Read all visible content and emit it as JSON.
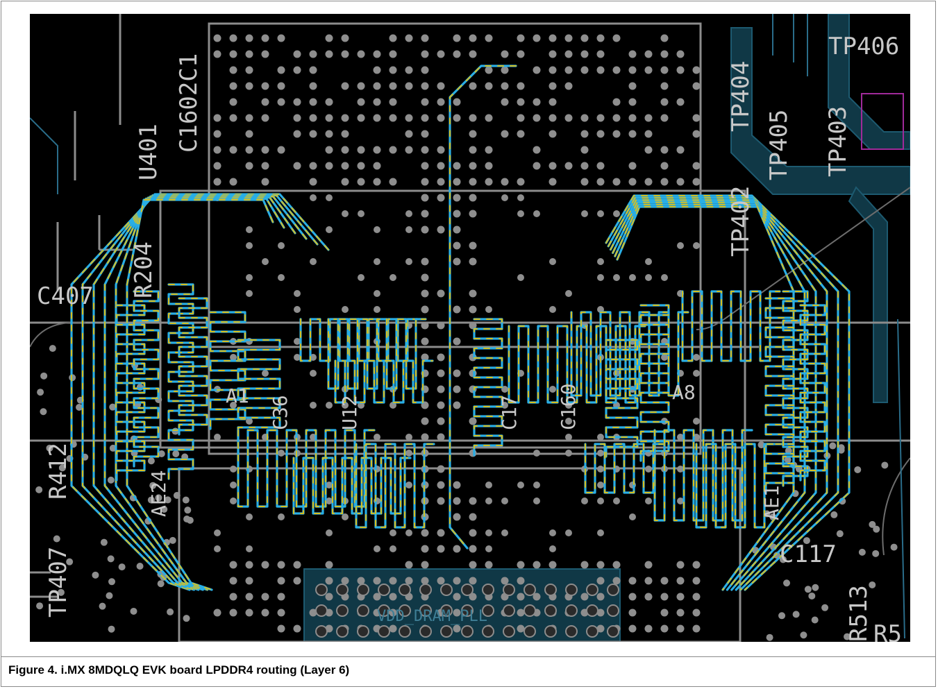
{
  "figure": {
    "caption_prefix": "Figure 4.",
    "caption_text": "i.MX 8MDQLQ EVK board LPDDR4 routing (Layer 6)"
  },
  "pcb_labels": [
    {
      "id": "c1602",
      "text": "C1602C1"
    },
    {
      "id": "u401",
      "text": "U401"
    },
    {
      "id": "r204",
      "text": "R204"
    },
    {
      "id": "c407",
      "text": "C407"
    },
    {
      "id": "r412",
      "text": "R412"
    },
    {
      "id": "tp407",
      "text": "TP407"
    },
    {
      "id": "ae24",
      "text": "AE24"
    },
    {
      "id": "a1",
      "text": "A1"
    },
    {
      "id": "c36",
      "text": "C36"
    },
    {
      "id": "u12",
      "text": "U12"
    },
    {
      "id": "c17",
      "text": "C17"
    },
    {
      "id": "c160",
      "text": "C160"
    },
    {
      "id": "a8",
      "text": "A8"
    },
    {
      "id": "ae1",
      "text": "AE1"
    },
    {
      "id": "c117",
      "text": "C117"
    },
    {
      "id": "tp406",
      "text": "TP406"
    },
    {
      "id": "tp404",
      "text": "TP404"
    },
    {
      "id": "tp405",
      "text": "TP405"
    },
    {
      "id": "tp403",
      "text": "TP403"
    },
    {
      "id": "tp402",
      "text": "TP402"
    },
    {
      "id": "r513",
      "text": "R513"
    },
    {
      "id": "r5",
      "text": "R5"
    },
    {
      "id": "ddr_net",
      "text": "VDD_DRAM_PLL"
    }
  ],
  "colors": {
    "board": "#000000",
    "silk": "#8c8c8c",
    "trace_blue": "#29aee6",
    "trace_yellow": "#d6c020",
    "pad": "#9a9a9a",
    "plane": "#0f3a4a",
    "outline": "#bfbfbf",
    "magenta": "#a02a9a"
  }
}
